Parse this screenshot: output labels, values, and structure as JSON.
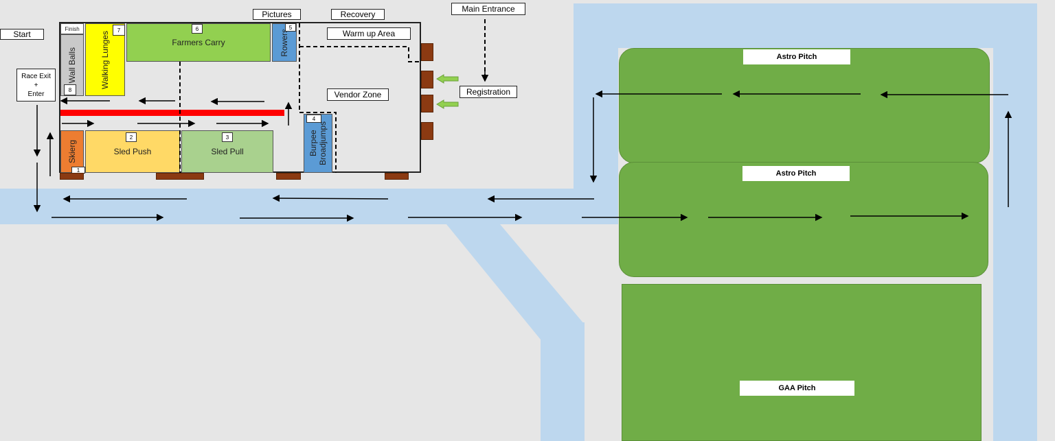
{
  "labels": {
    "start": "Start",
    "pictures": "Pictures",
    "recovery": "Recovery",
    "main_entrance": "Main Entrance",
    "warm_up": "Warm up Area",
    "vendor_zone": "Vendor Zone",
    "registration": "Registration",
    "race_exit": "Race Exit\n+\nEnter",
    "finish": "Finish"
  },
  "stations": {
    "wall_balls": {
      "label": "Wall Balls",
      "number": "8"
    },
    "walking_lunges": {
      "label": "Walking Lunges",
      "number": "7"
    },
    "farmers_carry": {
      "label": "Farmers Carry",
      "number": "6"
    },
    "rowers": {
      "label": "Rowers",
      "number": "5"
    },
    "burpee": {
      "label": "Burpee\nBroadjumps",
      "number": "4"
    },
    "skierg": {
      "label": "Skierg",
      "number": "1"
    },
    "sled_push": {
      "label": "Sled Push",
      "number": "2"
    },
    "sled_pull": {
      "label": "Sled Pull",
      "number": "3"
    }
  },
  "pitches": {
    "astro_1": "Astro Pitch",
    "astro_2": "Astro Pitch",
    "gaa": "GAA Pitch"
  },
  "colors": {
    "road": "#bdd7ee",
    "pitch": "#70ad47",
    "wall_balls": "#c9c9c9",
    "walking_lunges": "#ffff00",
    "farmers_carry": "#92d050",
    "rowers": "#5b9bd5",
    "burpee": "#5b9bd5",
    "skierg": "#ed7d31",
    "sled_push": "#ffd966",
    "sled_pull": "#a9d18e",
    "barrier": "#ff0000",
    "door": "#8b3a12",
    "entry_arrow": "#92d050"
  }
}
